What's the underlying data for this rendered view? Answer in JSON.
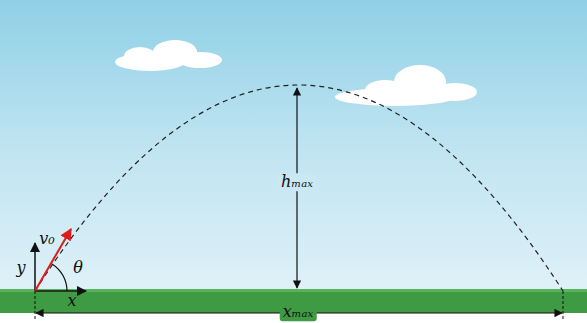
{
  "diagram": {
    "labels": [
      "y",
      "v₀",
      "θ",
      "x",
      "hₘₐₓ",
      "xₘₐₓ"
    ]
  }
}
